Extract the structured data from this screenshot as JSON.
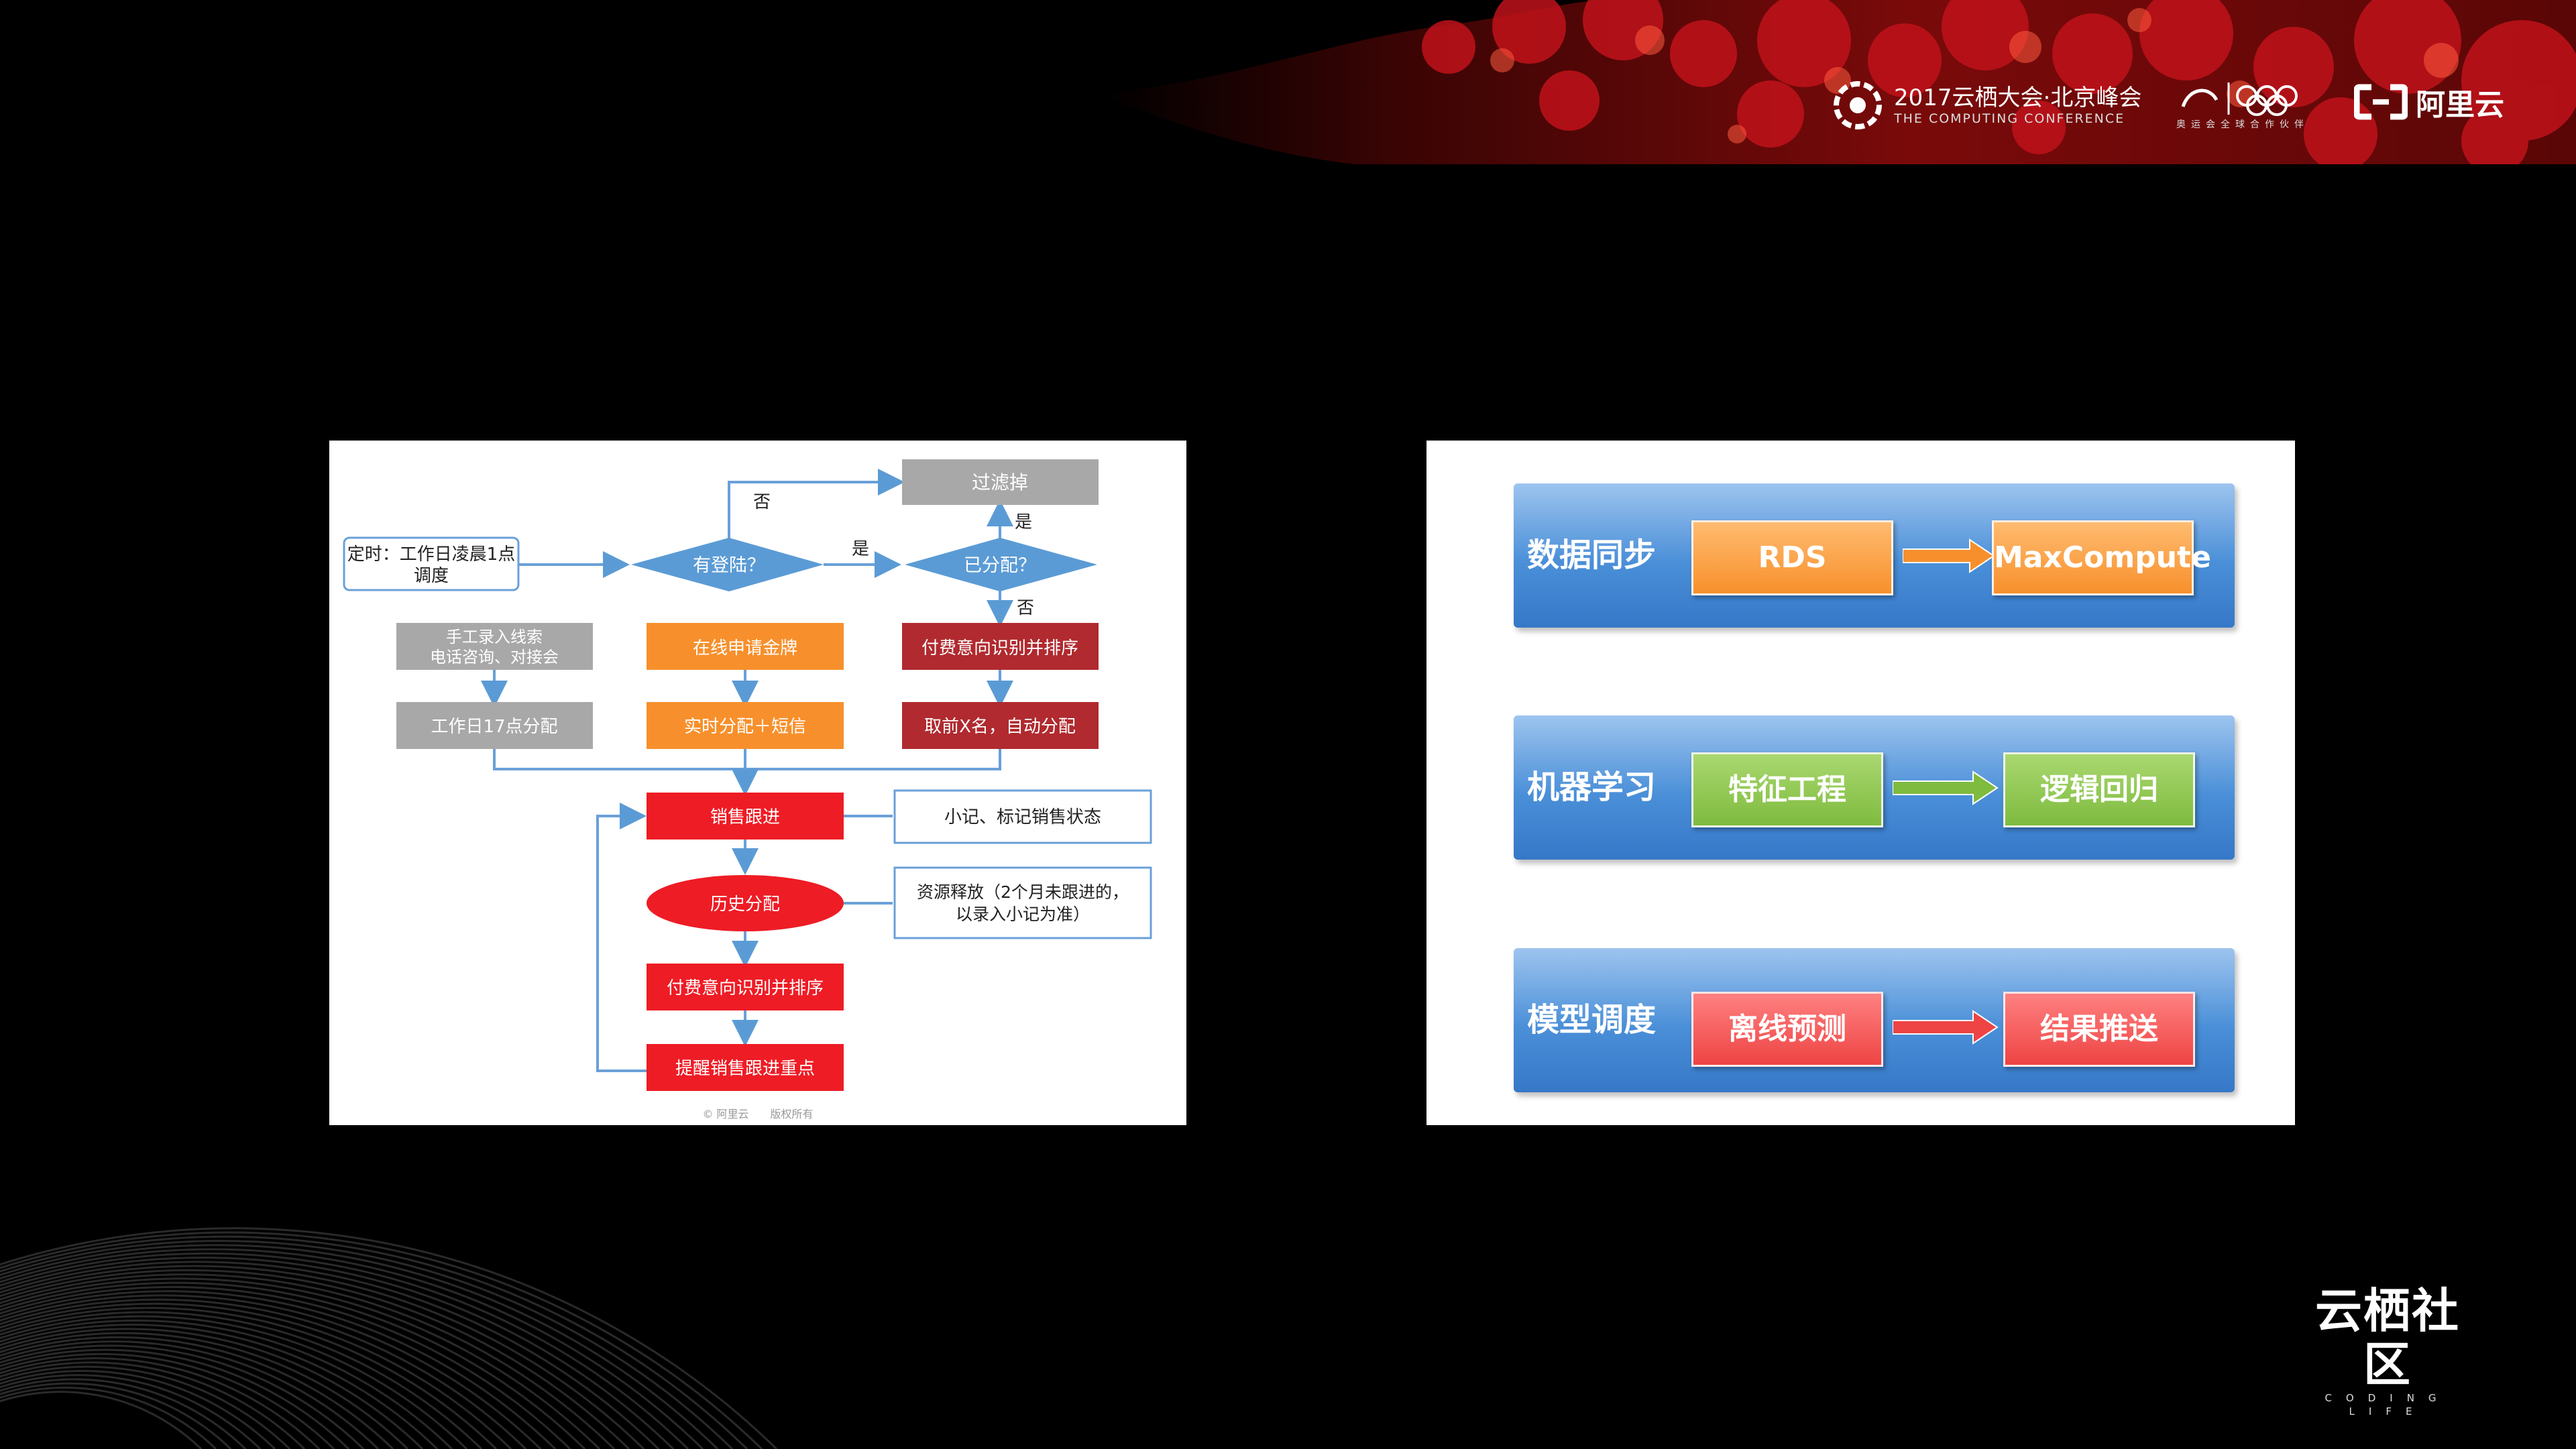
{
  "header": {
    "conference_title": "2017云栖大会·北京峰会",
    "conference_subtitle": "THE COMPUTING CONFERENCE",
    "partner_caption": "奥运会全球合作伙伴",
    "aliyun_label": "阿里云"
  },
  "footer": {
    "community_name": "云栖社区",
    "community_tagline": "CODING LIFE"
  },
  "flowchart": {
    "start": [
      "定时：工作日凌晨1点",
      "调度"
    ],
    "decision_login": "有登陆？",
    "decision_assigned": "已分配？",
    "filter": "过滤掉",
    "label_no": "否",
    "label_yes": "是",
    "manual_entry": [
      "手工录入线索",
      "电话咨询、对接会"
    ],
    "workday_assign": "工作日17点分配",
    "online_apply": "在线申请金牌",
    "realtime_assign": "实时分配＋短信",
    "payment_rank_top": "付费意向识别并排序",
    "take_top_x": "取前X名，自动分配",
    "sales_followup": "销售跟进",
    "notes": "小记、标记销售状态",
    "history_assign": "历史分配",
    "resource_release": [
      "资源释放（2个月未跟进的，",
      "以录入小记为准）"
    ],
    "payment_rank_bottom": "付费意向识别并排序",
    "remind_followup": "提醒销售跟进重点",
    "copyright": "© 阿里云　　版权所有"
  },
  "pipeline": {
    "rows": [
      {
        "label": "数据同步",
        "from": "RDS",
        "to": "MaxCompute"
      },
      {
        "label": "机器学习",
        "from": "特征工程",
        "to": "逻辑回归"
      },
      {
        "label": "模型调度",
        "from": "离线预测",
        "to": "结果推送"
      }
    ]
  },
  "colors": {
    "orange": "#f7902c",
    "dark_red": "#b02a2f",
    "bright_red": "#ee1c25",
    "gray": "#a8a8a8",
    "blue_diamond": "#5b9bd5",
    "band_blue": "#4a8fd8",
    "node_green": "#7fbb3f",
    "node_red": "#ee4444"
  }
}
